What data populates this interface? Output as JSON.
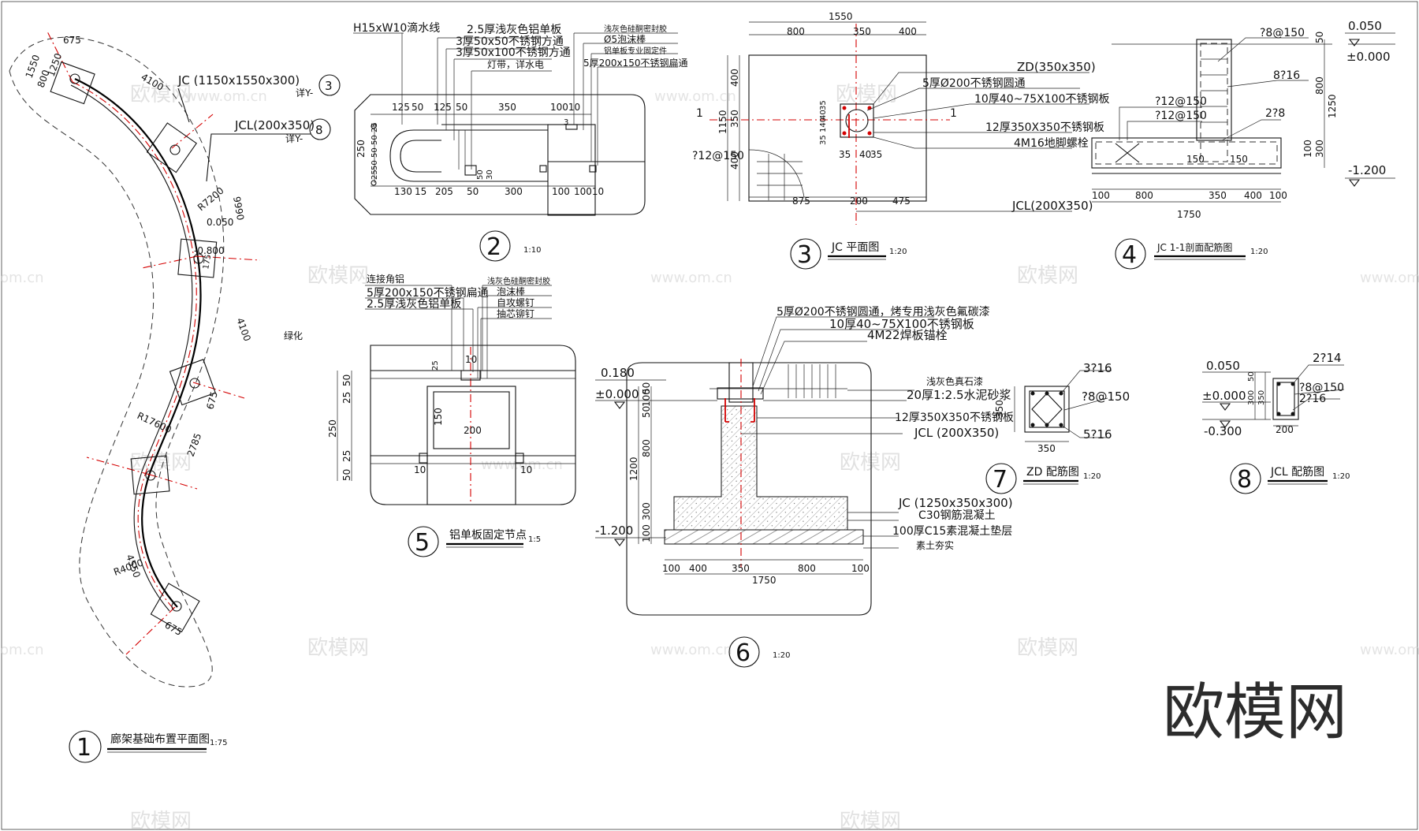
{
  "watermark": {
    "brand": "欧模网",
    "site": "www.om.cn",
    "site_short": "om.cn",
    "logo": "欧模网"
  },
  "d1": {
    "num": "1",
    "title": "廊架基础布置平面图",
    "scale": "1:75",
    "jc_label": "JC (1150x1550x300)",
    "jc_ref": "详Y-",
    "jc_ref_num": "3",
    "jcl_label": "JCL(200x350)",
    "jcl_ref": "详Y-",
    "jcl_ref_num": "8",
    "dims": [
      "675",
      "1550",
      "800",
      "1250",
      "4100",
      "R7200",
      "9990",
      "4100",
      "675",
      "R17600",
      "2785",
      "4550",
      "R4000",
      "675",
      "0.050",
      "-0.800",
      "175"
    ],
    "green": "绿化"
  },
  "d2": {
    "num": "2",
    "scale": "1:10",
    "labels": [
      "H15xW10滴水线",
      "2.5厚浅灰色铝单板",
      "3厚50x50不锈钢方通",
      "3厚50x100不锈钢方通",
      "灯带，详水电",
      "浅灰色硅酮密封胶",
      "Ø5泡沫棒",
      "铝单板专业固定件",
      "5厚200x150不锈钢扁通"
    ],
    "dims_top": [
      "125",
      "50",
      "125",
      "50",
      "350",
      "10010",
      "3"
    ],
    "dims_bottom": [
      "130",
      "15",
      "205",
      "50",
      "300",
      "100",
      "10010"
    ],
    "dims_side": [
      "250",
      "25",
      "50",
      "50",
      "50",
      "25",
      "50",
      "30"
    ]
  },
  "d3": {
    "num": "3",
    "title": "JC 平面图",
    "scale": "1:20",
    "dims_top": [
      "1550",
      "800",
      "350",
      "400"
    ],
    "dims_left": [
      "1150",
      "400",
      "350",
      "400"
    ],
    "dims_bottom": [
      "875",
      "200",
      "475"
    ],
    "dims_inner": [
      "35",
      "40",
      "140",
      "35",
      "35",
      "40",
      "35"
    ],
    "rebar": "?12@150",
    "labels": [
      "ZD(350x350)",
      "5厚Ø200不锈钢圆通",
      "10厚40~75X100不锈钢板",
      "12厚350X350不锈钢板",
      "4M16地脚螺栓",
      "JCL(200X350)"
    ],
    "sec": "1"
  },
  "d4": {
    "num": "4",
    "title": "JC 1-1剖面配筋图",
    "scale": "1:20",
    "labels": [
      "?8@150",
      "8?16",
      "?12@150",
      "?12@150",
      "2?8",
      "0.050",
      "±0.000",
      "-1.200"
    ],
    "dims": [
      "50",
      "800",
      "1250",
      "300",
      "100",
      "150",
      "150",
      "100",
      "800",
      "350",
      "400",
      "100",
      "1750"
    ]
  },
  "d5": {
    "num": "5",
    "title": "铝单板固定节点",
    "scale": "1:5",
    "labels": [
      "连接角铝",
      "5厚200x150不锈钢扁通",
      "2.5厚浅灰色铝单板",
      "浅灰色硅酮密封胶",
      "泡沫棒",
      "自攻螺钉",
      "抽芯铆钉"
    ],
    "dims": [
      "250",
      "50",
      "25",
      "150",
      "25",
      "50",
      "200",
      "10",
      "10",
      "10"
    ]
  },
  "d6": {
    "num": "6",
    "scale": "1:20",
    "labels": [
      "5厚Ø200不锈钢圆通，烤专用浅灰色氟碳漆",
      "10厚40~75X100不锈钢板",
      "4M22焊板锚栓",
      "浅灰色真石漆",
      "20厚1:2.5水泥砂浆",
      "12厚350X350不锈钢板",
      "JCL (200X350)",
      "JC (1250x350x300)",
      "C30钢筋混凝土",
      "100厚C15素混凝土垫层",
      "素土夯实"
    ],
    "levels": [
      "0.180",
      "±0.000",
      "-1.200"
    ],
    "dims_left": [
      "50",
      "100",
      "50",
      "800",
      "1200",
      "300",
      "100"
    ],
    "dims_bottom": [
      "100",
      "400",
      "350",
      "800",
      "100",
      "1750"
    ]
  },
  "d7": {
    "num": "7",
    "title": "ZD 配筋图",
    "scale": "1:20",
    "labels": [
      "3?16",
      "?8@150",
      "5?16"
    ],
    "dims": [
      "350",
      "350"
    ]
  },
  "d8": {
    "num": "8",
    "title": "JCL 配筋图",
    "scale": "1:20",
    "labels": [
      "2?14",
      "?8@150",
      "2?16",
      "0.050",
      "±0.000",
      "-0.300"
    ],
    "dims": [
      "50",
      "300",
      "350",
      "200"
    ]
  }
}
